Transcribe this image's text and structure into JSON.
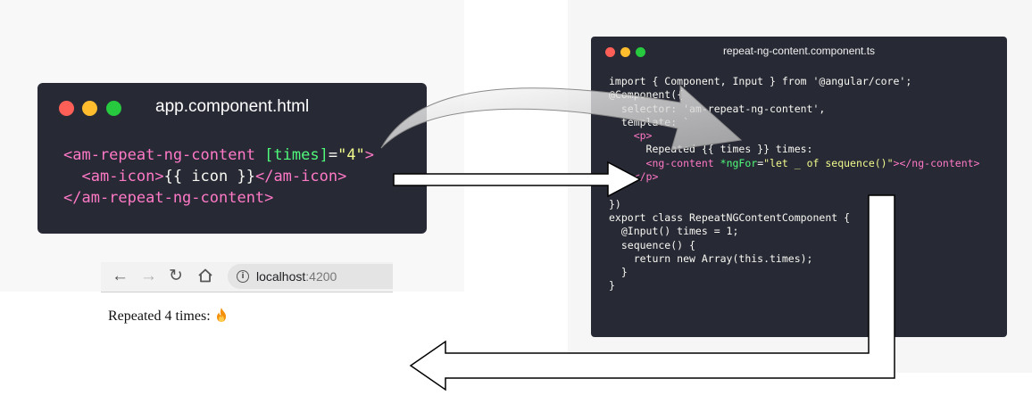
{
  "left_window": {
    "title": "app.component.html",
    "code": {
      "l1_open": "<am-repeat-ng-content ",
      "l1_attr": "[times]",
      "l1_eq": "=",
      "l1_val": "\"4\"",
      "l1_close": ">",
      "l2_indent": "  ",
      "l2_open": "<am-icon>",
      "l2_text": "{{ icon }}",
      "l2_close": "</am-icon>",
      "l3": "</am-repeat-ng-content>"
    }
  },
  "right_window": {
    "title": "repeat-ng-content.component.ts",
    "code": {
      "l1": "import { Component, Input } from '@angular/core';",
      "l2": "",
      "l3": "@Component({",
      "l4": "  selector: 'am-repeat-ng-content',",
      "l5": "  template: `",
      "l6_indent": "    ",
      "l6_tag": "<p>",
      "l7": "      Repeated {{ times }} times:",
      "l8_indent": "      ",
      "l8_open": "<ng-content ",
      "l8_attr": "*ngFor",
      "l8_eq": "=",
      "l8_val": "\"let _ of sequence()\"",
      "l8_close": "></ng-content>",
      "l9_indent": "    ",
      "l9_tag": "</p>",
      "l10": "  `",
      "l11": "})",
      "l12": "export class RepeatNGContentComponent {",
      "l13": "  @Input() times = 1;",
      "l14": "",
      "l15": "  sequence() {",
      "l16": "    return new Array(this.times);",
      "l17": "  }",
      "l18": "}"
    }
  },
  "browser": {
    "url_host": "localhost",
    "url_port": ":4200",
    "icons": [
      "back-arrow-icon",
      "forward-arrow-icon",
      "reload-icon",
      "home-icon",
      "info-icon"
    ]
  },
  "output": {
    "text": "Repeated 4 times: ",
    "emoji_icon": "flame-icon"
  },
  "colors": {
    "editor_bg": "#272935",
    "tag": "#ff79c6",
    "attribute": "#50fa7b",
    "string": "#f1fa8c",
    "text": "#f8f8f2"
  }
}
